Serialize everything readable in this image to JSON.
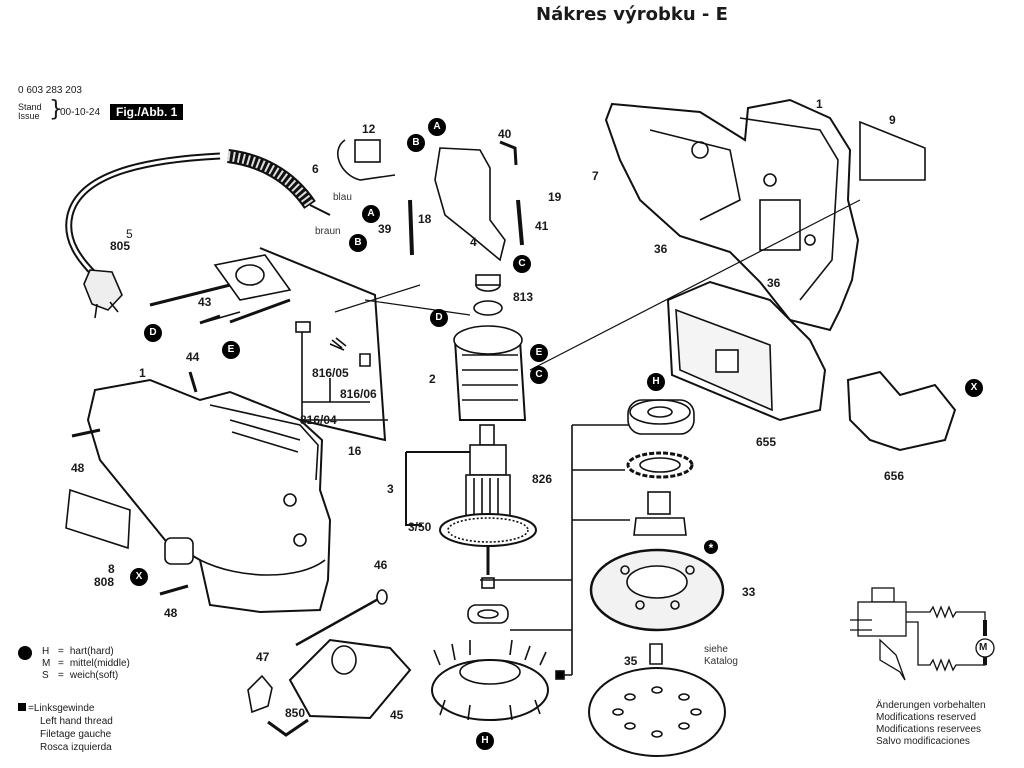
{
  "header": {
    "title": "Nákres výrobku - E",
    "document_number": "0 603 283 203",
    "stand_label": "Stand",
    "issue_label": "Issue",
    "date": "00-10-24",
    "figure_label": "Fig./Abb. 1"
  },
  "wire_colors": {
    "blue": "blau",
    "brown": "braun"
  },
  "part_labels": [
    {
      "id": "1-top",
      "text": "1"
    },
    {
      "id": "9",
      "text": "9"
    },
    {
      "id": "12",
      "text": "12"
    },
    {
      "id": "40",
      "text": "40"
    },
    {
      "id": "6",
      "text": "6"
    },
    {
      "id": "19",
      "text": "19"
    },
    {
      "id": "7",
      "text": "7"
    },
    {
      "id": "18",
      "text": "18"
    },
    {
      "id": "39",
      "text": "39"
    },
    {
      "id": "4",
      "text": "4"
    },
    {
      "id": "41",
      "text": "41"
    },
    {
      "id": "5",
      "text": "5"
    },
    {
      "id": "805",
      "text": "805"
    },
    {
      "id": "36a",
      "text": "36"
    },
    {
      "id": "36b",
      "text": "36"
    },
    {
      "id": "813",
      "text": "813"
    },
    {
      "id": "43",
      "text": "43"
    },
    {
      "id": "44",
      "text": "44"
    },
    {
      "id": "1-left",
      "text": "1"
    },
    {
      "id": "816-05",
      "text": "816/05"
    },
    {
      "id": "816-06",
      "text": "816/06"
    },
    {
      "id": "816-04",
      "text": "816/04"
    },
    {
      "id": "16",
      "text": "16"
    },
    {
      "id": "2",
      "text": "2"
    },
    {
      "id": "655",
      "text": "655"
    },
    {
      "id": "656",
      "text": "656"
    },
    {
      "id": "48a",
      "text": "48"
    },
    {
      "id": "3",
      "text": "3"
    },
    {
      "id": "3-50",
      "text": "3/50"
    },
    {
      "id": "826",
      "text": "826"
    },
    {
      "id": "8",
      "text": "8"
    },
    {
      "id": "808",
      "text": "808"
    },
    {
      "id": "48b",
      "text": "48"
    },
    {
      "id": "46",
      "text": "46"
    },
    {
      "id": "33",
      "text": "33"
    },
    {
      "id": "47",
      "text": "47"
    },
    {
      "id": "35",
      "text": "35"
    },
    {
      "id": "850",
      "text": "850"
    },
    {
      "id": "45",
      "text": "45"
    }
  ],
  "connection_markers": [
    {
      "id": "A1",
      "text": "A"
    },
    {
      "id": "B1",
      "text": "B"
    },
    {
      "id": "A2",
      "text": "A"
    },
    {
      "id": "B2",
      "text": "B"
    },
    {
      "id": "C1",
      "text": "C"
    },
    {
      "id": "D1",
      "text": "D"
    },
    {
      "id": "E1",
      "text": "E"
    },
    {
      "id": "D2",
      "text": "D"
    },
    {
      "id": "E2",
      "text": "E"
    },
    {
      "id": "C2",
      "text": "C"
    },
    {
      "id": "H1",
      "text": "H"
    },
    {
      "id": "X1",
      "text": "X"
    },
    {
      "id": "X2",
      "text": "X"
    },
    {
      "id": "H2",
      "text": "H"
    },
    {
      "id": "star",
      "text": "*"
    }
  ],
  "catalog_note": {
    "line1": "siehe",
    "line2": "Katalog"
  },
  "hardness_legend": {
    "items": [
      {
        "key": "H",
        "eq": "=",
        "value": "hart(hard)"
      },
      {
        "key": "M",
        "eq": "=",
        "value": "mittel(middle)"
      },
      {
        "key": "S",
        "eq": "=",
        "value": "weich(soft)"
      }
    ]
  },
  "thread_legend": {
    "eq": "=",
    "lines": [
      "Linksgewinde",
      "Left hand thread",
      "Filetage gauche",
      "Rosca izquierda"
    ]
  },
  "circuit": {
    "motor_label": "M"
  },
  "modifications": {
    "lines": [
      "Änderungen vorbehalten",
      "Modifications reserved",
      "Modifications reservees",
      "Salvo modificaciones"
    ]
  }
}
